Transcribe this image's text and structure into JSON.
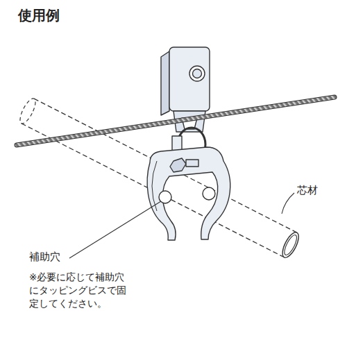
{
  "diagram": {
    "title": "使用例",
    "labels": [
      "芯材",
      "補助穴",
      "※必要に応じて補助穴にタッピングビスで固定してください。"
    ]
  }
}
